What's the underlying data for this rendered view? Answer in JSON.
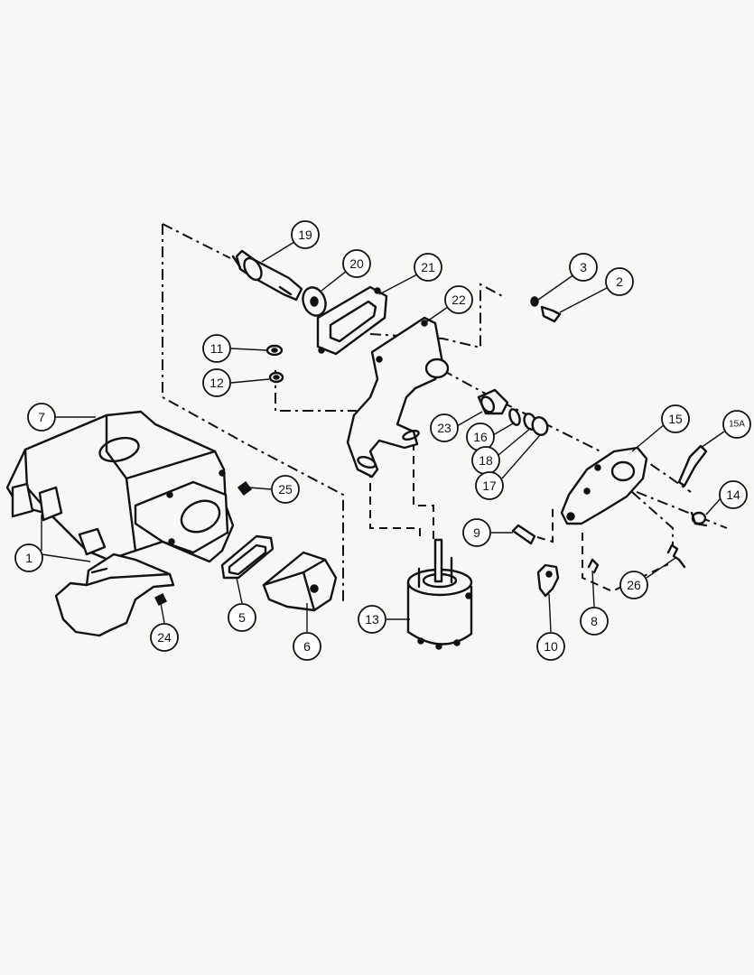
{
  "callouts": {
    "c1": "1",
    "c2": "2",
    "c3": "3",
    "c5": "5",
    "c6": "6",
    "c7": "7",
    "c8": "8",
    "c9": "9",
    "c10": "10",
    "c11": "11",
    "c12": "12",
    "c13": "13",
    "c14": "14",
    "c15": "15",
    "c15a": "15A",
    "c16": "16",
    "c17": "17",
    "c18": "18",
    "c19": "19",
    "c20": "20",
    "c21": "21",
    "c22": "22",
    "c23": "23",
    "c24": "24",
    "c25": "25",
    "c26": "26"
  }
}
